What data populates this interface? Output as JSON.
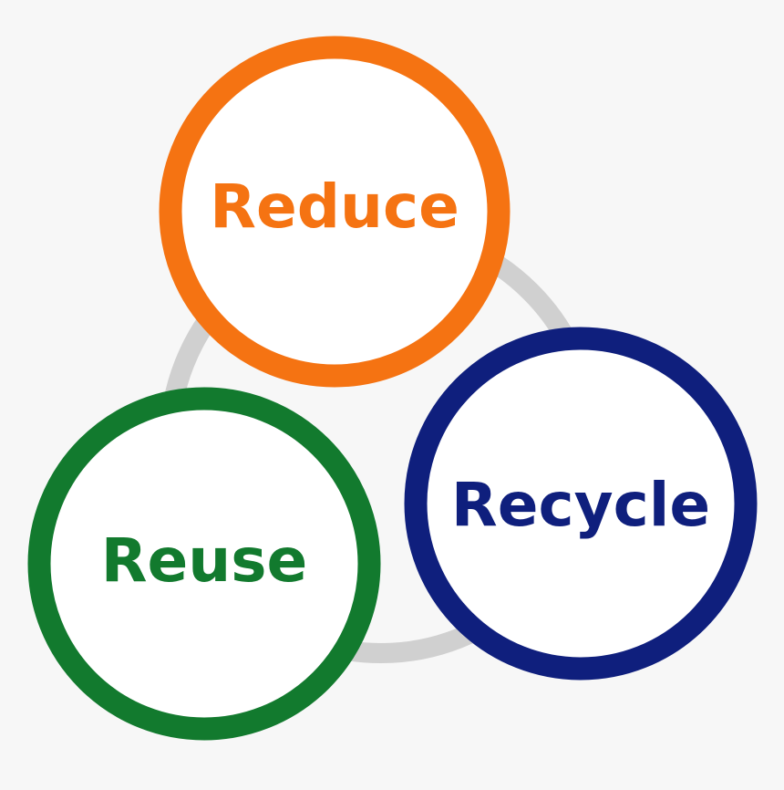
{
  "colors": {
    "background": "#f7f7f7",
    "connector_ring": "#d0d0d0",
    "circle_fill": "#ffffff",
    "reduce": "#f57312",
    "recycle": "#0f1f7d",
    "reuse": "#127a2e"
  },
  "nodes": [
    {
      "id": "reduce",
      "label": "Reduce",
      "color_key": "reduce"
    },
    {
      "id": "recycle",
      "label": "Recycle",
      "color_key": "recycle"
    },
    {
      "id": "reuse",
      "label": "Reuse",
      "color_key": "reuse"
    }
  ]
}
